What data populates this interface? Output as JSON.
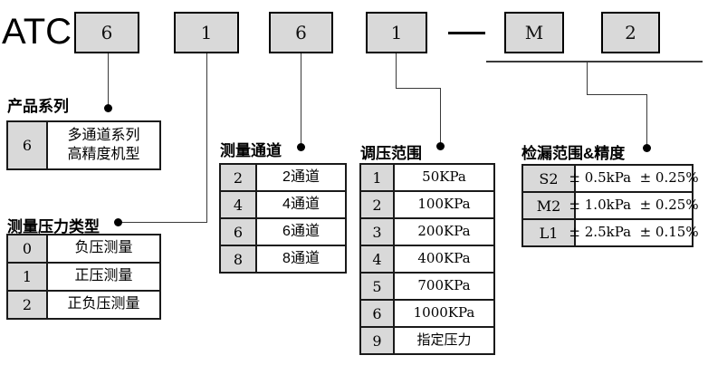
{
  "brand": "ATC",
  "code_boxes": [
    {
      "value": "6"
    },
    {
      "value": "1"
    },
    {
      "value": "6"
    },
    {
      "value": "1"
    },
    {
      "value": "M"
    },
    {
      "value": "2"
    }
  ],
  "separator": "—",
  "sections": [
    {
      "title": "产品系列",
      "rows": [
        {
          "code": "6",
          "label": "多通道系列\n高精度机型"
        }
      ]
    },
    {
      "title": "测量压力类型",
      "rows": [
        {
          "code": "0",
          "label": "负压测量"
        },
        {
          "code": "1",
          "label": "正压测量"
        },
        {
          "code": "2",
          "label": "正负压测量"
        }
      ]
    },
    {
      "title": "测量通道",
      "rows": [
        {
          "code": "2",
          "label": "2通道"
        },
        {
          "code": "4",
          "label": "4通道"
        },
        {
          "code": "6",
          "label": "6通道"
        },
        {
          "code": "8",
          "label": "8通道"
        }
      ]
    },
    {
      "title": "调压范围",
      "rows": [
        {
          "code": "1",
          "label": "50KPa"
        },
        {
          "code": "2",
          "label": "100KPa"
        },
        {
          "code": "3",
          "label": "200KPa"
        },
        {
          "code": "4",
          "label": "400KPa"
        },
        {
          "code": "5",
          "label": "700KPa"
        },
        {
          "code": "6",
          "label": "1000KPa"
        },
        {
          "code": "9",
          "label": "指定压力"
        }
      ]
    },
    {
      "title": "检漏范围&精度",
      "rows": [
        {
          "code": "S2",
          "label": "± 0.5kPa  ± 0.25%"
        },
        {
          "code": "M2",
          "label": "± 1.0kPa  ± 0.25%"
        },
        {
          "code": "L1",
          "label": "± 2.5kPa  ± 0.15%"
        }
      ]
    }
  ],
  "colors": {
    "box_fill": "#d9d9d9",
    "border": "#000000",
    "line": "#3a3a3a"
  }
}
